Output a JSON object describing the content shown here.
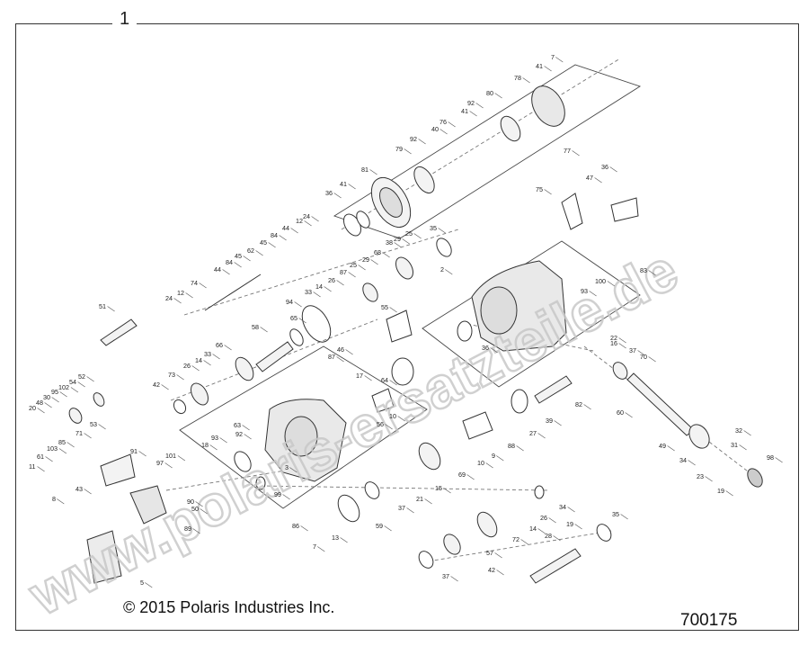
{
  "sheet": {
    "page_number": "1",
    "copyright": "© 2015 Polaris Industries Inc.",
    "part_number": "700175",
    "watermark": "www.polaris-ersatzteile.de"
  },
  "callouts": [
    {
      "label": "7"
    },
    {
      "label": "41"
    },
    {
      "label": "78"
    },
    {
      "label": "80"
    },
    {
      "label": "92"
    },
    {
      "label": "41"
    },
    {
      "label": "76"
    },
    {
      "label": "40"
    },
    {
      "label": "92"
    },
    {
      "label": "79"
    },
    {
      "label": "81"
    },
    {
      "label": "41"
    },
    {
      "label": "36"
    },
    {
      "label": "24"
    },
    {
      "label": "12"
    },
    {
      "label": "44"
    },
    {
      "label": "84"
    },
    {
      "label": "45"
    },
    {
      "label": "62"
    },
    {
      "label": "45"
    },
    {
      "label": "84"
    },
    {
      "label": "44"
    },
    {
      "label": "74"
    },
    {
      "label": "12"
    },
    {
      "label": "24"
    },
    {
      "label": "77"
    },
    {
      "label": "75"
    },
    {
      "label": "36"
    },
    {
      "label": "47"
    },
    {
      "label": "35"
    },
    {
      "label": "25"
    },
    {
      "label": "29"
    },
    {
      "label": "38"
    },
    {
      "label": "68"
    },
    {
      "label": "29"
    },
    {
      "label": "25"
    },
    {
      "label": "87"
    },
    {
      "label": "26"
    },
    {
      "label": "14"
    },
    {
      "label": "33"
    },
    {
      "label": "94"
    },
    {
      "label": "65"
    },
    {
      "label": "58"
    },
    {
      "label": "66"
    },
    {
      "label": "33"
    },
    {
      "label": "14"
    },
    {
      "label": "26"
    },
    {
      "label": "73"
    },
    {
      "label": "42"
    },
    {
      "label": "51"
    },
    {
      "label": "2"
    },
    {
      "label": "83"
    },
    {
      "label": "93"
    },
    {
      "label": "100"
    },
    {
      "label": "55"
    },
    {
      "label": "46"
    },
    {
      "label": "87"
    },
    {
      "label": "36"
    },
    {
      "label": "64"
    },
    {
      "label": "22"
    },
    {
      "label": "16"
    },
    {
      "label": "37"
    },
    {
      "label": "70"
    },
    {
      "label": "17"
    },
    {
      "label": "10"
    },
    {
      "label": "56"
    },
    {
      "label": "82"
    },
    {
      "label": "39"
    },
    {
      "label": "27"
    },
    {
      "label": "60"
    },
    {
      "label": "52"
    },
    {
      "label": "54"
    },
    {
      "label": "102"
    },
    {
      "label": "95"
    },
    {
      "label": "30"
    },
    {
      "label": "48"
    },
    {
      "label": "20"
    },
    {
      "label": "53"
    },
    {
      "label": "71"
    },
    {
      "label": "85"
    },
    {
      "label": "103"
    },
    {
      "label": "61"
    },
    {
      "label": "11"
    },
    {
      "label": "43"
    },
    {
      "label": "91"
    },
    {
      "label": "8"
    },
    {
      "label": "93"
    },
    {
      "label": "18"
    },
    {
      "label": "63"
    },
    {
      "label": "92"
    },
    {
      "label": "101"
    },
    {
      "label": "97"
    },
    {
      "label": "3"
    },
    {
      "label": "99"
    },
    {
      "label": "88"
    },
    {
      "label": "9"
    },
    {
      "label": "10"
    },
    {
      "label": "69"
    },
    {
      "label": "15"
    },
    {
      "label": "21"
    },
    {
      "label": "37"
    },
    {
      "label": "59"
    },
    {
      "label": "13"
    },
    {
      "label": "7"
    },
    {
      "label": "86"
    },
    {
      "label": "50"
    },
    {
      "label": "89"
    },
    {
      "label": "5"
    },
    {
      "label": "49"
    },
    {
      "label": "32"
    },
    {
      "label": "31"
    },
    {
      "label": "34"
    },
    {
      "label": "23"
    },
    {
      "label": "19"
    },
    {
      "label": "98"
    },
    {
      "label": "34"
    },
    {
      "label": "26"
    },
    {
      "label": "14"
    },
    {
      "label": "72"
    },
    {
      "label": "57"
    },
    {
      "label": "37"
    },
    {
      "label": "35"
    },
    {
      "label": "19"
    },
    {
      "label": "28"
    },
    {
      "label": "42"
    },
    {
      "label": "90"
    }
  ]
}
